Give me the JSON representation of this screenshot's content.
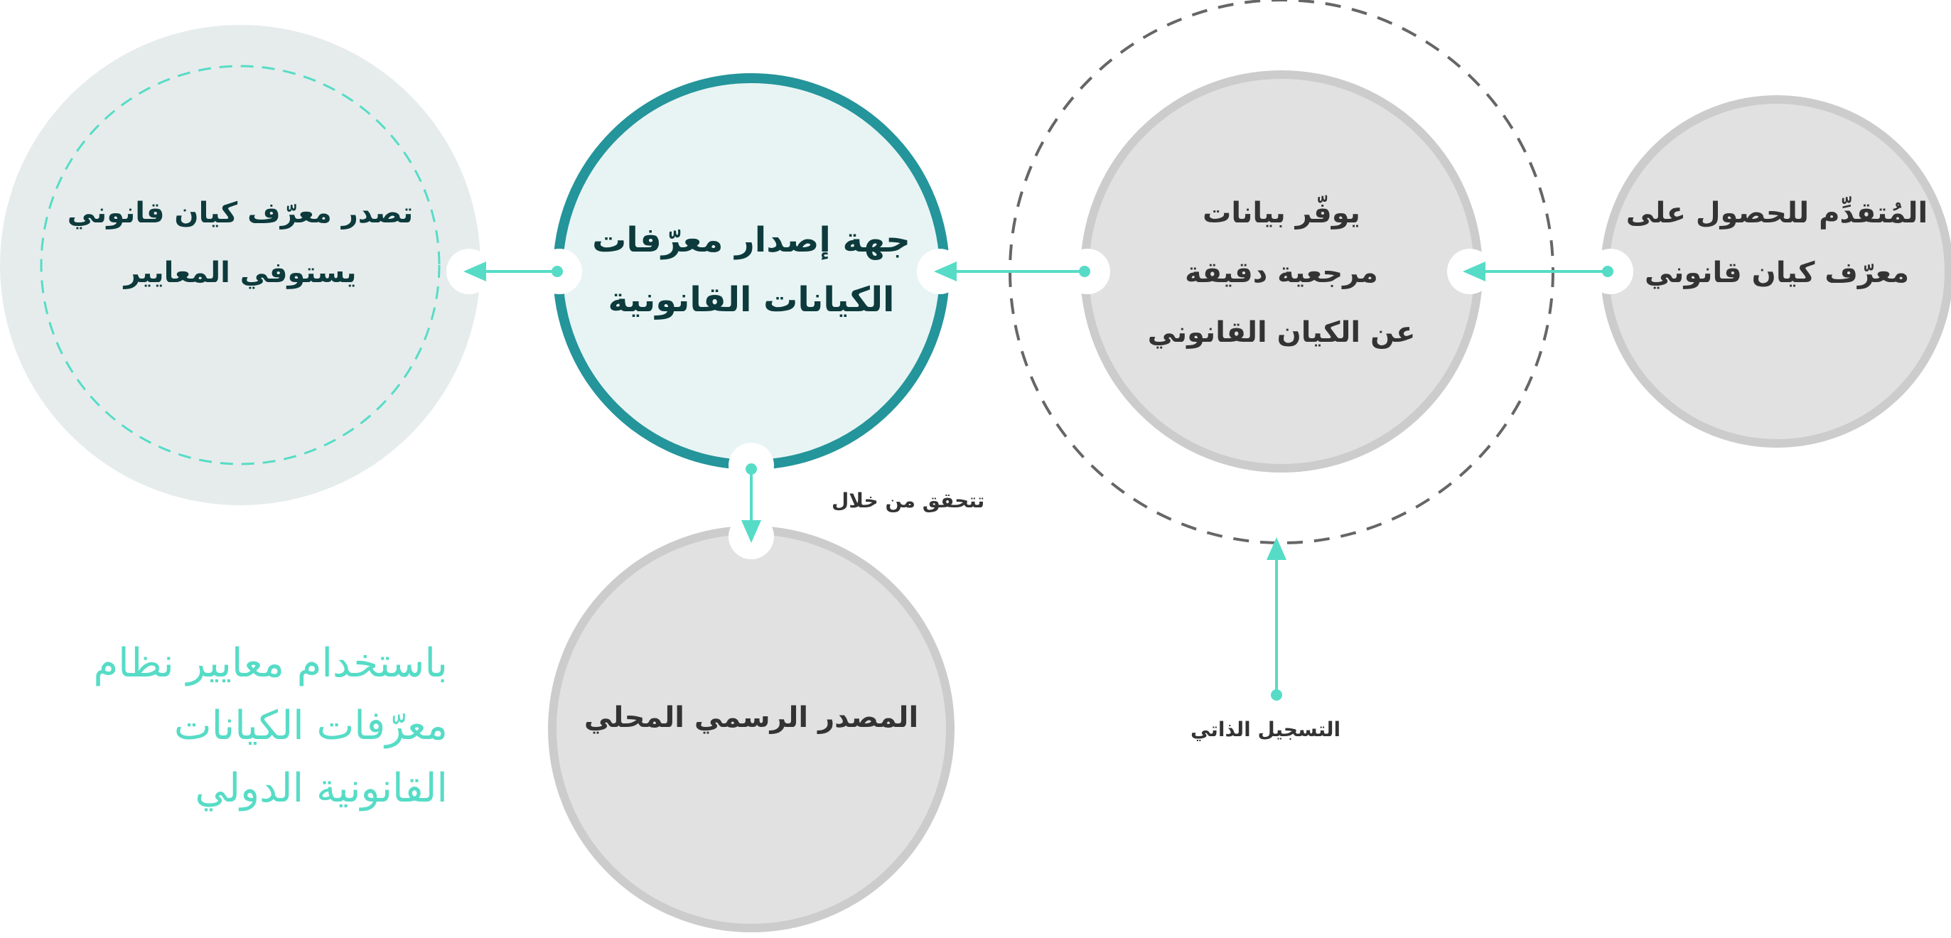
{
  "colors": {
    "accent": "#56dcc6",
    "teal": "#24959a",
    "gray_fill": "#e1e1e1",
    "gray_stroke": "#cccccc",
    "light_fill": "#e6ecec",
    "teal_fill": "#e8f4f4",
    "dash": "#666666"
  },
  "nodes": {
    "applicant": {
      "lines": [
        "المُتقدِّم للحصول على",
        "معرّف كيان قانوني"
      ]
    },
    "registration_agent": {
      "lines": [
        "يوفّر بيانات",
        "مرجعية دقيقة",
        "عن الكيان القانوني"
      ]
    },
    "lou": {
      "lines": [
        "جهة إصدار معرّفات",
        "الكيانات القانونية"
      ]
    },
    "issued": {
      "lines": [
        "تصدر معرّف كيان قانوني",
        "يستوفي المعايير"
      ]
    },
    "local_source": {
      "lines": [
        "المصدر الرسمي المحلي"
      ]
    }
  },
  "labels": {
    "verify_via": "تتحقق من خلال",
    "self_registration": "التسجيل الذاتي"
  },
  "note": {
    "lines": [
      "باستخدام معايير نظام",
      "معرّفات الكيانات",
      "القانونية الدولي"
    ]
  }
}
